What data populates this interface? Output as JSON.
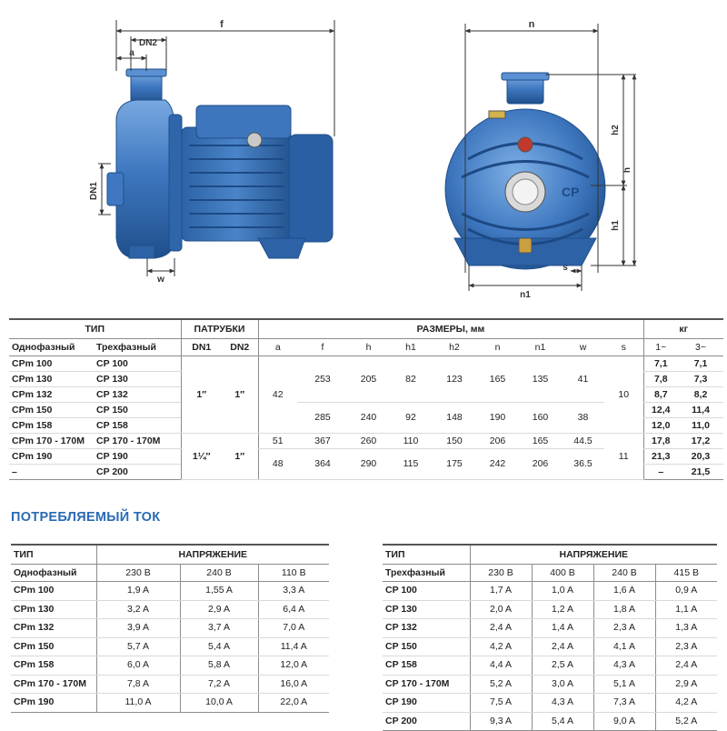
{
  "drawing": {
    "labels": {
      "f": "f",
      "dn2": "DN2",
      "a": "a",
      "dn1": "DN1",
      "w": "w",
      "n": "n",
      "h2": "h2",
      "h": "h",
      "h1": "h1",
      "s": "s",
      "n1": "n1",
      "logo": "CP"
    },
    "colors": {
      "pump_body": "#3f78c0",
      "pump_dark": "#1f4f8c",
      "pump_light": "#78a8e0",
      "dim_line": "#333333"
    }
  },
  "dims_table": {
    "group_headers": {
      "type": "ТИП",
      "ports": "ПАТРУБКИ",
      "sizes": "РАЗМЕРЫ, мм",
      "weight": "кг"
    },
    "sub_headers": [
      "Однофазный",
      "Трехфазный",
      "DN1",
      "DN2",
      "a",
      "f",
      "h",
      "h1",
      "h2",
      "n",
      "n1",
      "w",
      "s",
      "1~",
      "3~"
    ],
    "groups": {
      "dn1_a": "1″",
      "dn2_a": "1″",
      "a_a": "42",
      "s_a": "10",
      "dn1_b": "1¼″",
      "dn2_b": "1″",
      "s_b": "11"
    },
    "rows": [
      {
        "single": "CPm 100",
        "three": "CP 100",
        "kg1": "7,1",
        "kg3": "7,1"
      },
      {
        "single": "CPm 130",
        "three": "CP 130",
        "kg1": "7,8",
        "kg3": "7,3"
      },
      {
        "single": "CPm 132",
        "three": "CP 132",
        "kg1": "8,7",
        "kg3": "8,2"
      },
      {
        "single": "CPm 150",
        "three": "CP 150",
        "kg1": "12,4",
        "kg3": "11,4"
      },
      {
        "single": "CPm 158",
        "three": "CP 158",
        "kg1": "12,0",
        "kg3": "11,0"
      },
      {
        "single": "CPm 170 - 170M",
        "three": "CP 170 - 170M",
        "kg1": "17,8",
        "kg3": "17,2"
      },
      {
        "single": "CPm 190",
        "three": "CP 190",
        "kg1": "21,3",
        "kg3": "20,3"
      },
      {
        "single": "–",
        "three": "CP 200",
        "kg1": "–",
        "kg3": "21,5"
      }
    ],
    "size_blocks": [
      {
        "f": "253",
        "h": "205",
        "h1": "82",
        "h2": "123",
        "n": "165",
        "n1": "135",
        "w": "41"
      },
      {
        "f": "285",
        "h": "240",
        "h1": "92",
        "h2": "148",
        "n": "190",
        "n1": "160",
        "w": "38"
      },
      {
        "a": "51",
        "f": "367",
        "h": "260",
        "h1": "110",
        "h2": "150",
        "n": "206",
        "n1": "165",
        "w": "44.5"
      },
      {
        "a": "48",
        "f": "364",
        "h": "290",
        "h1": "115",
        "h2": "175",
        "n": "242",
        "n1": "206",
        "w": "36.5"
      }
    ]
  },
  "current_section": {
    "title": "ПОТРЕБЛЯЕМЫЙ ТОК"
  },
  "current_single": {
    "type_label": "ТИП",
    "voltage_label": "НАПРЯЖЕНИЕ",
    "phase_label": "Однофазный",
    "voltages": [
      "230 В",
      "240 В",
      "110 В"
    ],
    "rows": [
      {
        "model": "CPm 100",
        "vals": [
          "1,9 A",
          "1,55 A",
          "3,3 A"
        ]
      },
      {
        "model": "CPm 130",
        "vals": [
          "3,2 A",
          "2,9 A",
          "6,4 A"
        ]
      },
      {
        "model": "CPm 132",
        "vals": [
          "3,9 A",
          "3,7 A",
          "7,0 A"
        ]
      },
      {
        "model": "CPm 150",
        "vals": [
          "5,7 A",
          "5,4 A",
          "11,4 A"
        ]
      },
      {
        "model": "CPm 158",
        "vals": [
          "6,0 A",
          "5,8 A",
          "12,0 A"
        ]
      },
      {
        "model": "CPm 170 - 170M",
        "vals": [
          "7,8 A",
          "7,2 A",
          "16,0 A"
        ]
      },
      {
        "model": "CPm 190",
        "vals": [
          "11,0 A",
          "10,0 A",
          "22,0 A"
        ]
      }
    ]
  },
  "current_three": {
    "type_label": "ТИП",
    "voltage_label": "НАПРЯЖЕНИЕ",
    "phase_label": "Трехфазный",
    "voltages": [
      "230 В",
      "400 В",
      "240 В",
      "415 В"
    ],
    "rows": [
      {
        "model": "CP 100",
        "vals": [
          "1,7 A",
          "1,0 A",
          "1,6 A",
          "0,9 A"
        ]
      },
      {
        "model": "CP 130",
        "vals": [
          "2,0 A",
          "1,2 A",
          "1,8 A",
          "1,1 A"
        ]
      },
      {
        "model": "CP 132",
        "vals": [
          "2,4 A",
          "1,4 A",
          "2,3 A",
          "1,3 A"
        ]
      },
      {
        "model": "CP 150",
        "vals": [
          "4,2 A",
          "2,4 A",
          "4,1 A",
          "2,3 A"
        ]
      },
      {
        "model": "CP 158",
        "vals": [
          "4,4 A",
          "2,5 A",
          "4,3 A",
          "2,4 A"
        ]
      },
      {
        "model": "CP 170 - 170M",
        "vals": [
          "5,2 A",
          "3,0 A",
          "5,1 A",
          "2,9 A"
        ]
      },
      {
        "model": "CP 190",
        "vals": [
          "7,5 A",
          "4,3 A",
          "7,3 A",
          "4,2 A"
        ]
      },
      {
        "model": "CP 200",
        "vals": [
          "9,3 A",
          "5,4 A",
          "9,0 A",
          "5,2 A"
        ]
      }
    ]
  }
}
